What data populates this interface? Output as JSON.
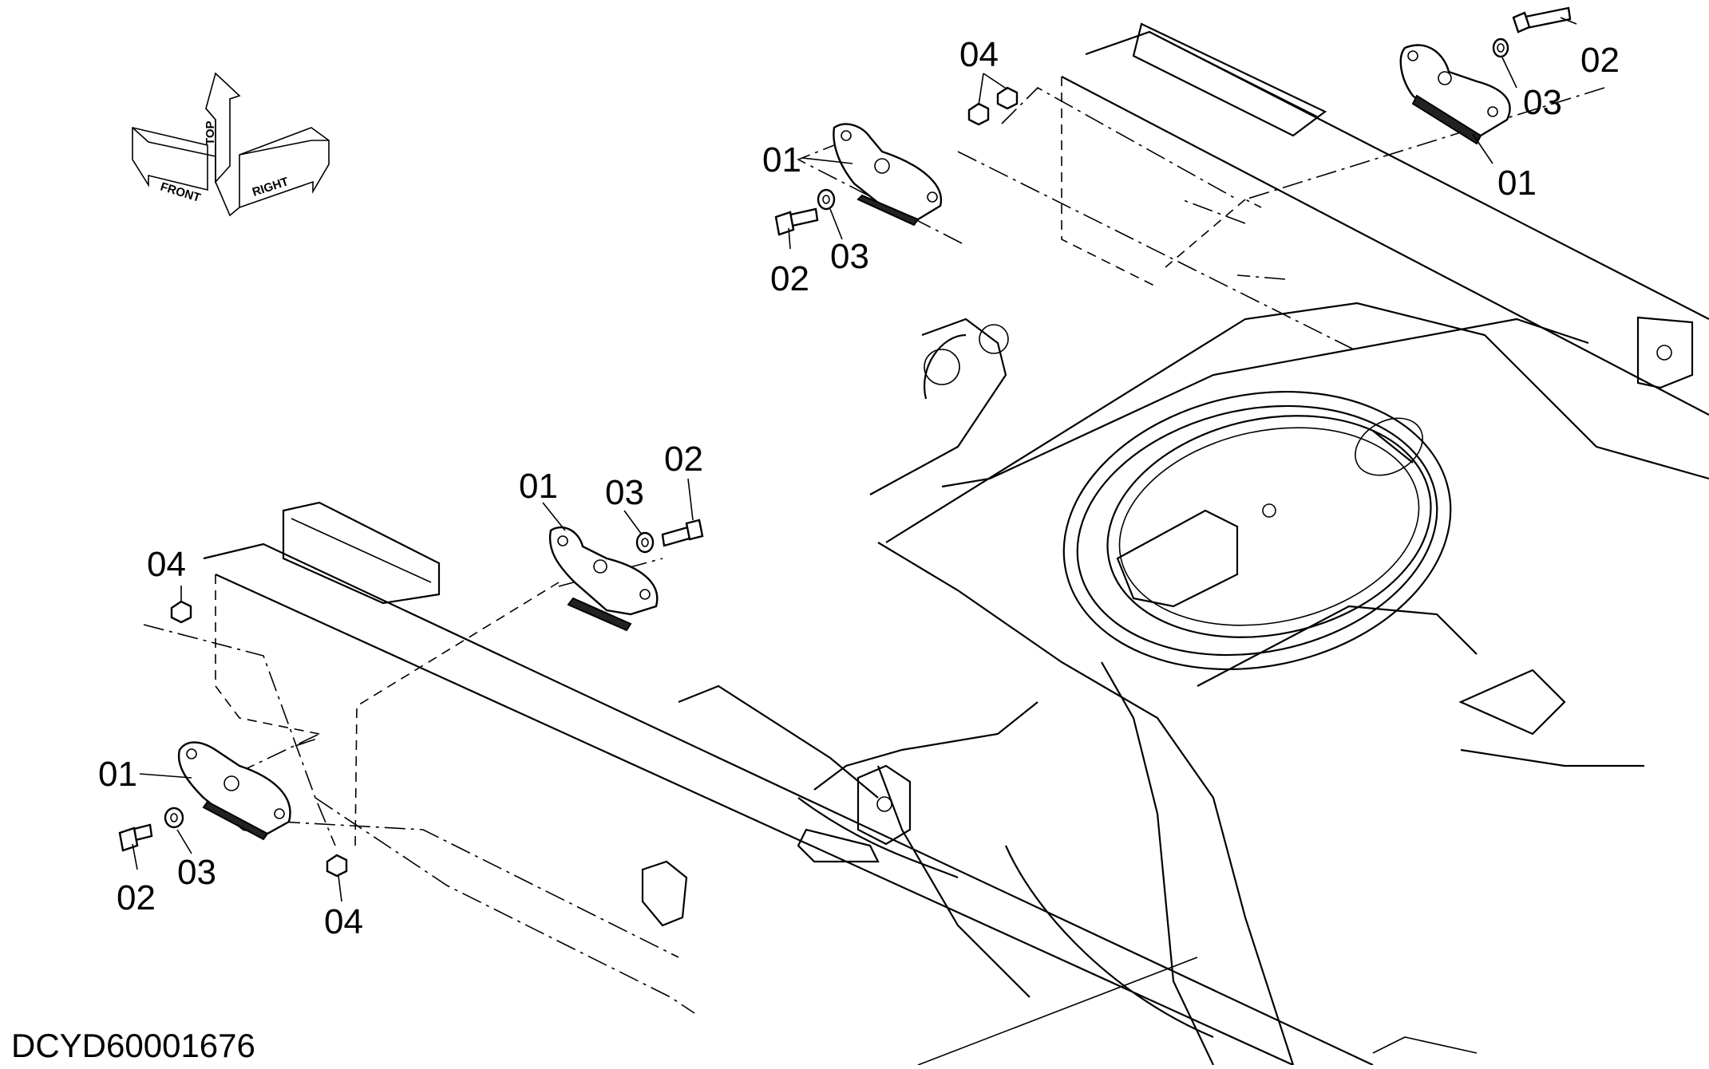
{
  "diagram": {
    "drawing_id": "DCYD60001676",
    "orientation": {
      "front": "FRONT",
      "top": "TOP",
      "right": "RIGHT"
    },
    "callouts": {
      "tr_04": "04",
      "tr_02": "02",
      "tr_03": "03",
      "tr_01": "01",
      "ml_01": "01",
      "ml_02": "02",
      "ml_03": "03",
      "c_01": "01",
      "c_03": "03",
      "c_02": "02",
      "l_04": "04",
      "bl_01": "01",
      "bl_02": "02",
      "bl_03": "03",
      "bl_04": "04"
    }
  }
}
